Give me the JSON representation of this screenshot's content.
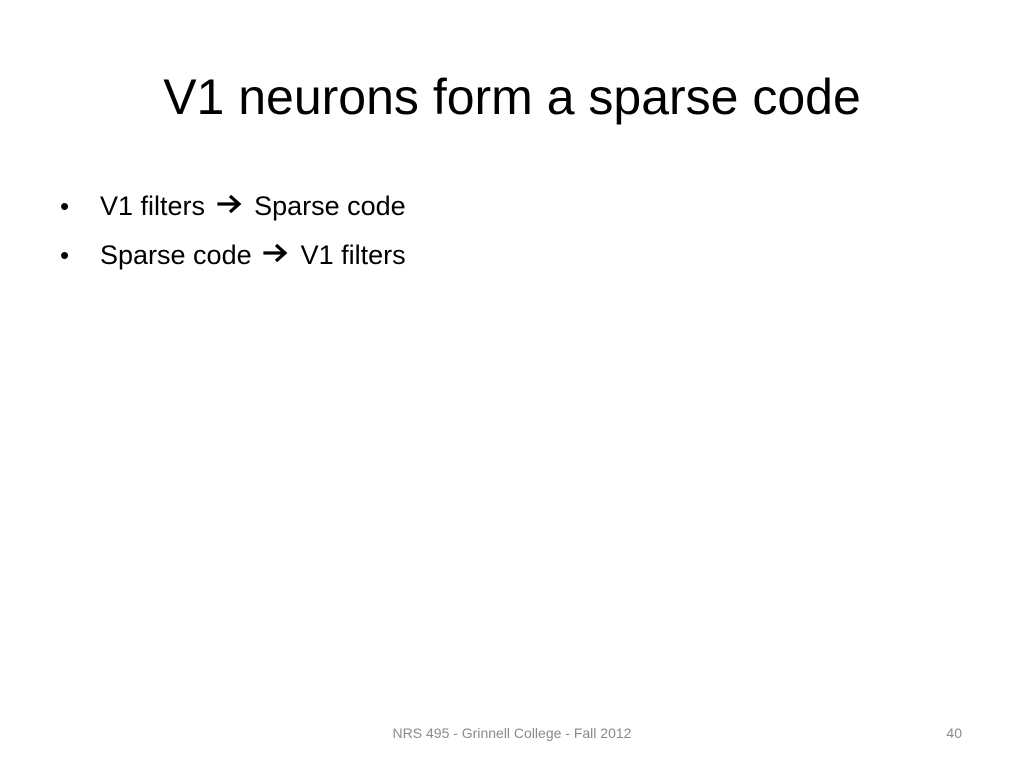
{
  "slide": {
    "title": "V1 neurons form a sparse code",
    "bullets": [
      {
        "bullet": "•",
        "before": "V1 filters",
        "arrow": "arrow-right",
        "after": "Sparse code"
      },
      {
        "bullet": "•",
        "before": "Sparse code",
        "arrow": "arrow-right",
        "after": "V1 filters"
      }
    ],
    "footer": "NRS 495 - Grinnell College - Fall 2012",
    "page_number": "40"
  }
}
